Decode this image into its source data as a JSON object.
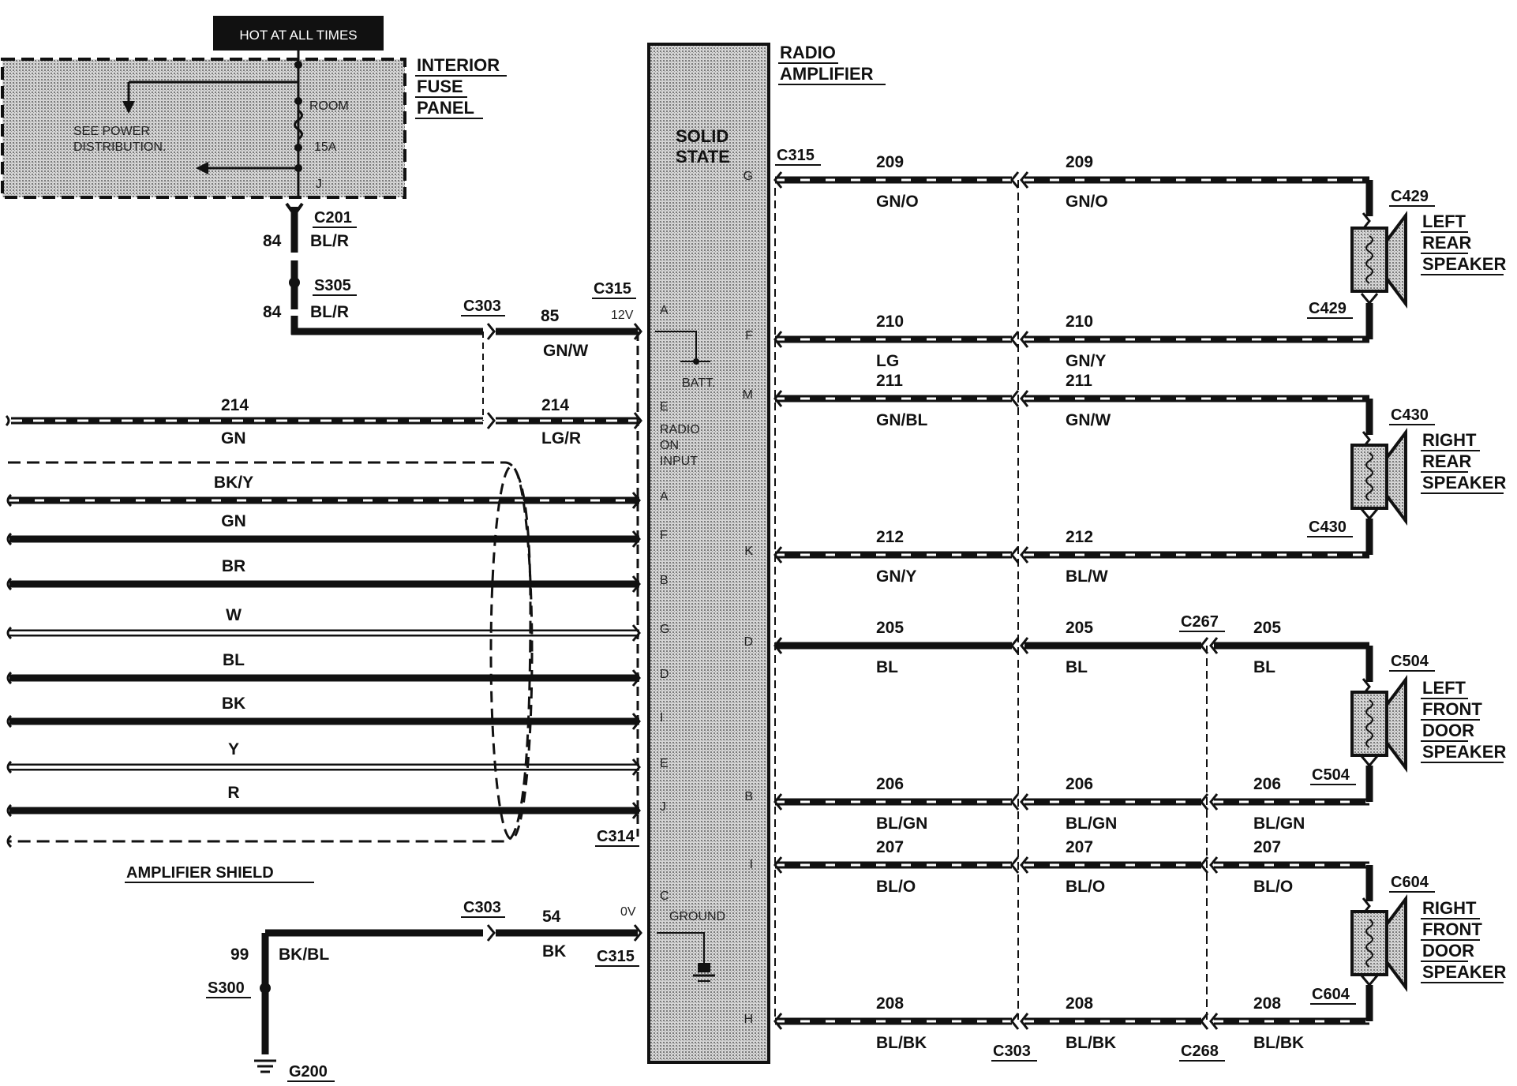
{
  "hot_label": "HOT AT ALL TIMES",
  "fuse_panel": {
    "title_lines": [
      "INTERIOR",
      "FUSE",
      "PANEL"
    ],
    "power_note_lines": [
      "SEE POWER",
      "DISTRIBUTION."
    ],
    "fuse_name": "ROOM",
    "fuse_rating": "15A",
    "fuse_terminal": "J"
  },
  "amplifier": {
    "title_lines": [
      "RADIO",
      "AMPLIFIER"
    ],
    "solid_state_lines": [
      "SOLID",
      "STATE"
    ],
    "batt_label": "BATT.",
    "radio_on_lines": [
      "RADIO",
      "ON",
      "INPUT"
    ],
    "ground_label": "GROUND",
    "left_pins": [
      "A",
      "E",
      "A",
      "F",
      "B",
      "G",
      "D",
      "I",
      "E",
      "J",
      "C"
    ],
    "right_pins": [
      "G",
      "F",
      "M",
      "K",
      "D",
      "B",
      "I",
      "H"
    ]
  },
  "connectors": {
    "c201": "C201",
    "s305": "S305",
    "c303_a": "C303",
    "c315_a": "C315",
    "volt_12": "12V",
    "c315_right": "C315",
    "c314": "C314",
    "c303_b": "C303",
    "volt_0": "0V",
    "c315_b": "C315",
    "s300": "S300",
    "g200": "G200",
    "c429_top": "C429",
    "c429_bottom": "C429",
    "c430_top": "C430",
    "c430_bottom": "C430",
    "c267": "C267",
    "c504_top": "C504",
    "c504_bottom": "C504",
    "c604_top": "C604",
    "c604_bottom": "C604",
    "c303_c": "C303",
    "c268": "C268"
  },
  "feed_circuits": {
    "c84_top": {
      "num": "84",
      "color": "BL/R"
    },
    "c84_bot": {
      "num": "84",
      "color": "BL/R"
    },
    "c85": {
      "num": "85",
      "color": "GN/W"
    },
    "c214_left": {
      "num": "214",
      "color": "GN"
    },
    "c214_right": {
      "num": "214",
      "color": "LG/R"
    },
    "c99": {
      "num": "99",
      "color": "BK/BL"
    },
    "c54": {
      "num": "54",
      "color": "BK"
    }
  },
  "shield": {
    "label": "AMPLIFIER SHIELD",
    "wires": [
      "BK/Y",
      "GN",
      "BR",
      "W",
      "BL",
      "BK",
      "Y",
      "R"
    ]
  },
  "speaker_circuits": [
    {
      "num": "209",
      "color_a": "GN/O",
      "color_b": "GN/O"
    },
    {
      "num": "210",
      "color_a": "LG",
      "color_b": "GN/Y"
    },
    {
      "num": "211",
      "color_a": "GN/BL",
      "color_b": "GN/W"
    },
    {
      "num": "212",
      "color_a": "GN/Y",
      "color_b": "BL/W"
    },
    {
      "num": "205",
      "color_a": "BL",
      "color_b": "BL",
      "color_c": "BL"
    },
    {
      "num": "206",
      "color_a": "BL/GN",
      "color_b": "BL/GN",
      "color_c": "BL/GN"
    },
    {
      "num": "207",
      "color_a": "BL/O",
      "color_b": "BL/O",
      "color_c": "BL/O"
    },
    {
      "num": "208",
      "color_a": "BL/BK",
      "color_b": "BL/BK",
      "color_c": "BL/BK"
    }
  ],
  "speakers": [
    {
      "lines": [
        "LEFT",
        "REAR",
        "SPEAKER"
      ]
    },
    {
      "lines": [
        "RIGHT",
        "REAR",
        "SPEAKER"
      ]
    },
    {
      "lines": [
        "LEFT",
        "FRONT",
        "DOOR",
        "SPEAKER"
      ]
    },
    {
      "lines": [
        "RIGHT",
        "FRONT",
        "DOOR",
        "SPEAKER"
      ]
    }
  ]
}
